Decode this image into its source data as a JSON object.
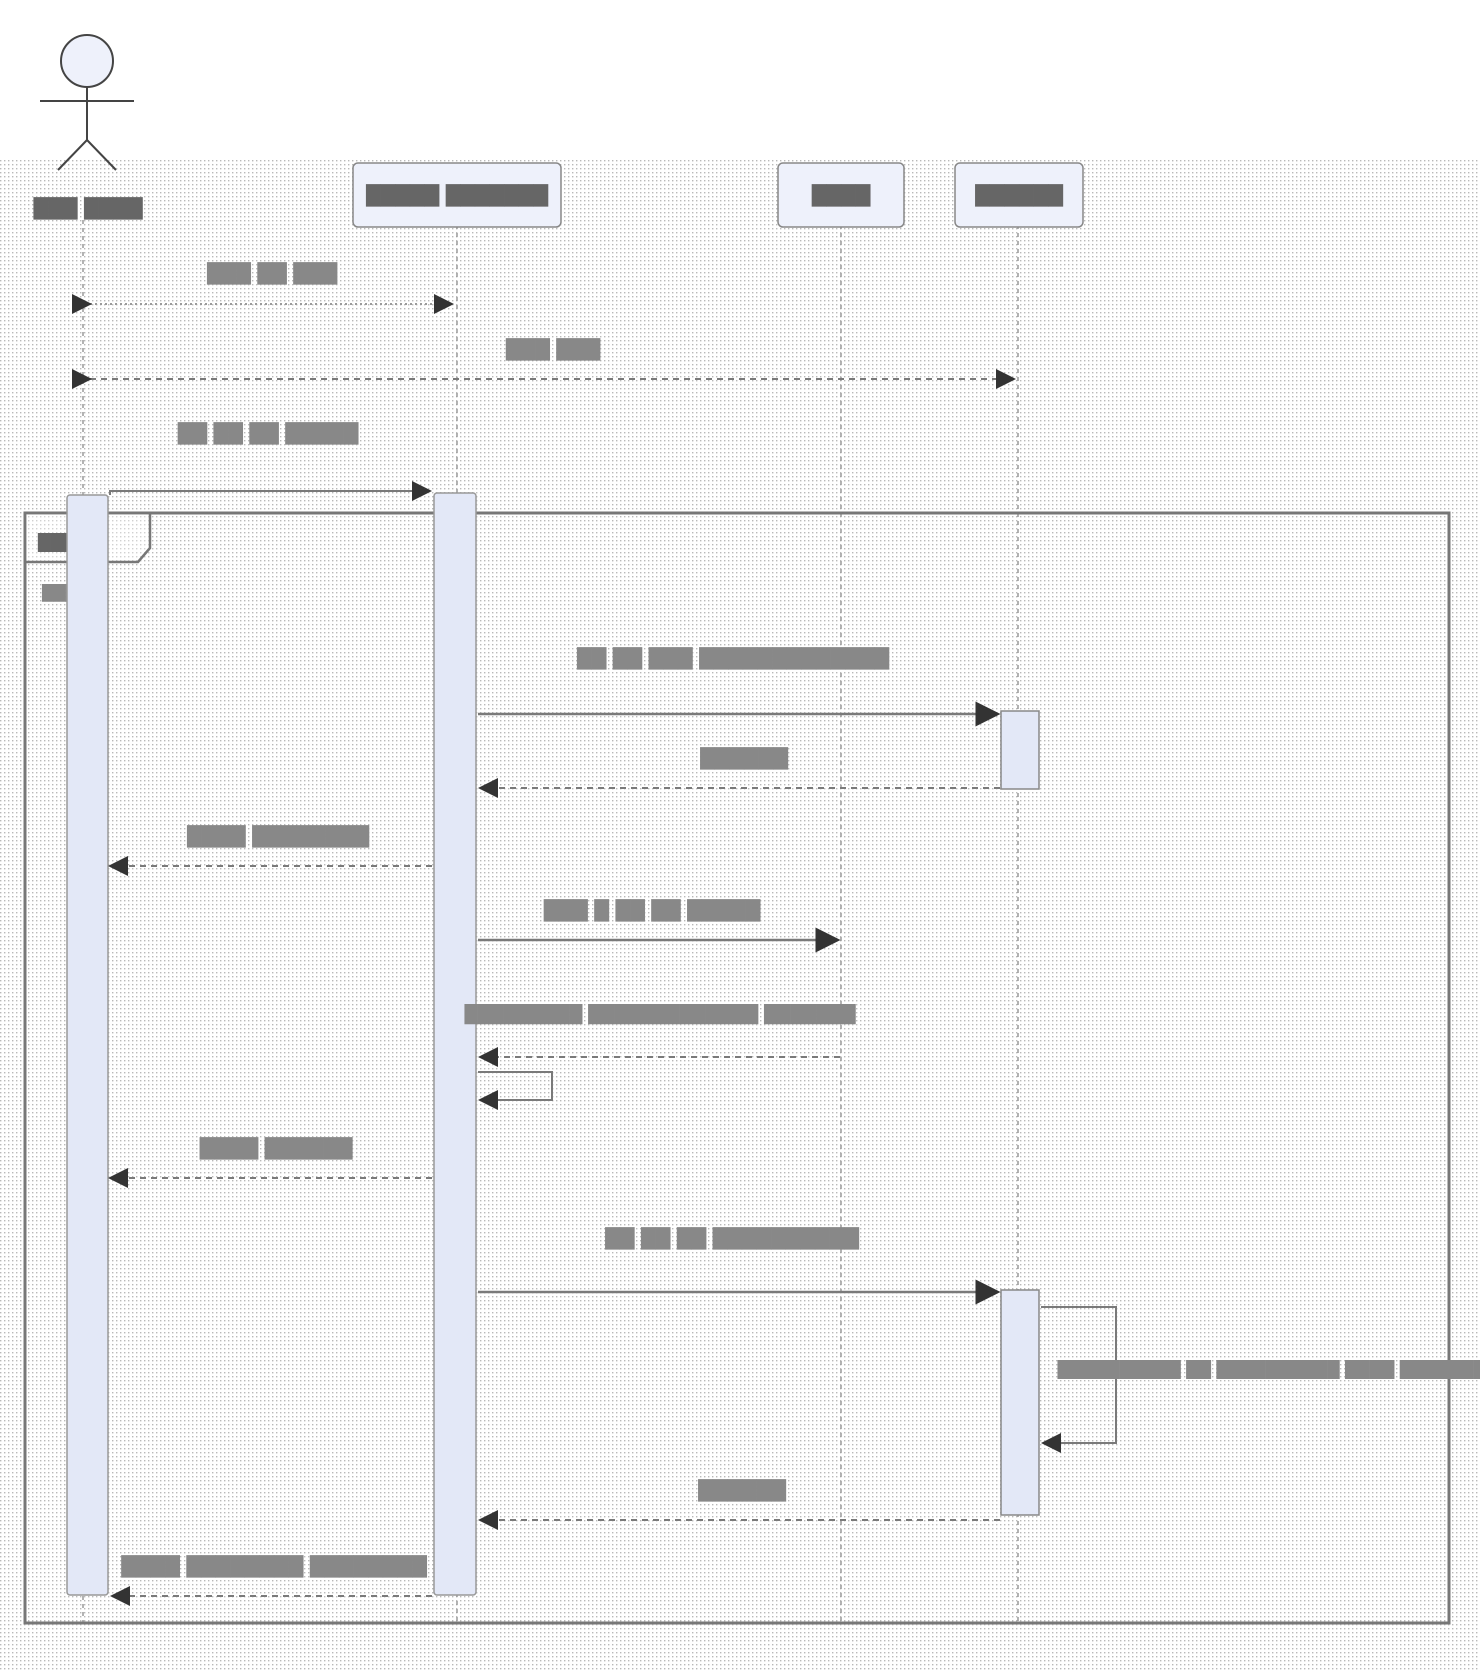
{
  "diagram": {
    "type": "sequence",
    "participants": [
      {
        "id": "user",
        "kind": "actor",
        "label": "███ ████"
      },
      {
        "id": "agent",
        "kind": "box",
        "label": "█████ ███████"
      },
      {
        "id": "llm",
        "kind": "box",
        "label": "████"
      },
      {
        "id": "device",
        "kind": "box",
        "label": "██████"
      }
    ],
    "loop_label": "███",
    "loop_guard": "███",
    "messages": [
      {
        "from": "user",
        "to": "agent",
        "label": "███ ██ ███",
        "style": "dotted"
      },
      {
        "from": "user",
        "to": "device",
        "label": "███ ███",
        "style": "dashed"
      },
      {
        "from": "user",
        "to": "agent",
        "label": "██ ██ ██ █████",
        "style": "solid"
      },
      {
        "from": "agent",
        "to": "device",
        "label": "██ ██ ███ █████████████",
        "style": "solid"
      },
      {
        "from": "device",
        "to": "agent",
        "label": "██████",
        "style": "dashed"
      },
      {
        "from": "agent",
        "to": "user",
        "label": "████ ████████",
        "style": "dashed"
      },
      {
        "from": "agent",
        "to": "llm",
        "label": "███ █ ██ ██ █████",
        "style": "solid"
      },
      {
        "from": "llm",
        "to": "agent",
        "label": "█████████ █████████████ ███████",
        "style": "dashed"
      },
      {
        "from": "agent",
        "to": "agent",
        "label": "",
        "style": "solid"
      },
      {
        "from": "agent",
        "to": "user",
        "label": "████ ██████",
        "style": "dashed"
      },
      {
        "from": "agent",
        "to": "device",
        "label": "██ ██ ██ ██████████",
        "style": "solid"
      },
      {
        "from": "device",
        "to": "device",
        "label": "██████████ ██ ██████████ ████ ████████",
        "style": "solid"
      },
      {
        "from": "device",
        "to": "agent",
        "label": "██████",
        "style": "dashed"
      },
      {
        "from": "agent",
        "to": "user",
        "label": "████ ████████ ████████",
        "style": "dashed"
      }
    ]
  },
  "colors": {
    "background": "#ffffff",
    "participant_fill": "#eef1fb",
    "activation_fill": "#e3e8f7",
    "line": "#7a7a7a",
    "frame": "#777777",
    "text": "#8a8a8a"
  }
}
